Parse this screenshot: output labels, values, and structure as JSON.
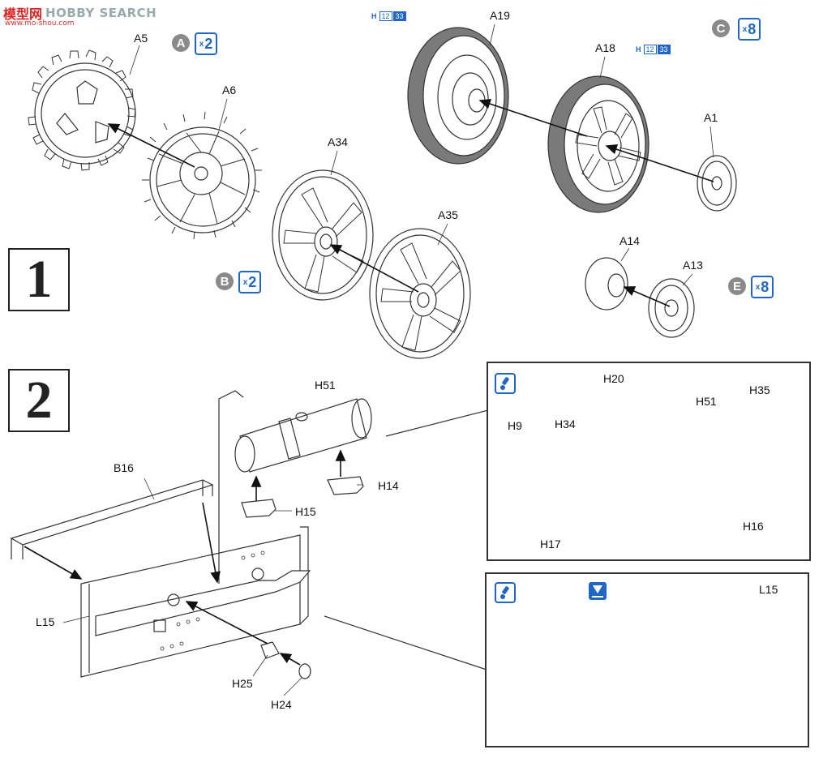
{
  "watermark": {
    "logo": "模型网",
    "brand": "HOBBY SEARCH",
    "url": "www.mo-shou.com"
  },
  "steps": [
    {
      "number": "1"
    },
    {
      "number": "2"
    }
  ],
  "part_labels": {
    "A5": "A5",
    "A6": "A6",
    "A34": "A34",
    "A35": "A35",
    "A19": "A19",
    "A18": "A18",
    "A1": "A1",
    "A14": "A14",
    "A13": "A13",
    "H51": "H51",
    "B16": "B16",
    "L15": "L15",
    "H15": "H15",
    "H14": "H14",
    "H25": "H25",
    "H24": "H24",
    "H20": "H20",
    "H51_detail": "H51",
    "H35": "H35",
    "H9": "H9",
    "H34": "H34",
    "H17": "H17",
    "H16": "H16",
    "L15_detail": "L15"
  },
  "sprue_badges": [
    {
      "letter": "A",
      "qty_prefix": "x",
      "qty": "2"
    },
    {
      "letter": "B",
      "qty_prefix": "x",
      "qty": "2"
    },
    {
      "letter": "C",
      "qty_prefix": "x",
      "qty": "8"
    },
    {
      "letter": "E",
      "qty_prefix": "x",
      "qty": "8"
    }
  ],
  "paint_callouts": [
    {
      "prefix": "H",
      "code1": "12",
      "code2": "33"
    },
    {
      "prefix": "H",
      "code1": "12",
      "code2": "33"
    }
  ],
  "icons": {
    "tip": "exclamation-tip-icon",
    "glue": "cement-glue-icon"
  },
  "colors": {
    "accent_blue": "#1f66c6",
    "line": "#333333",
    "tire_gray": "#7a7a7a",
    "badge_gray": "#8a8a8a"
  }
}
